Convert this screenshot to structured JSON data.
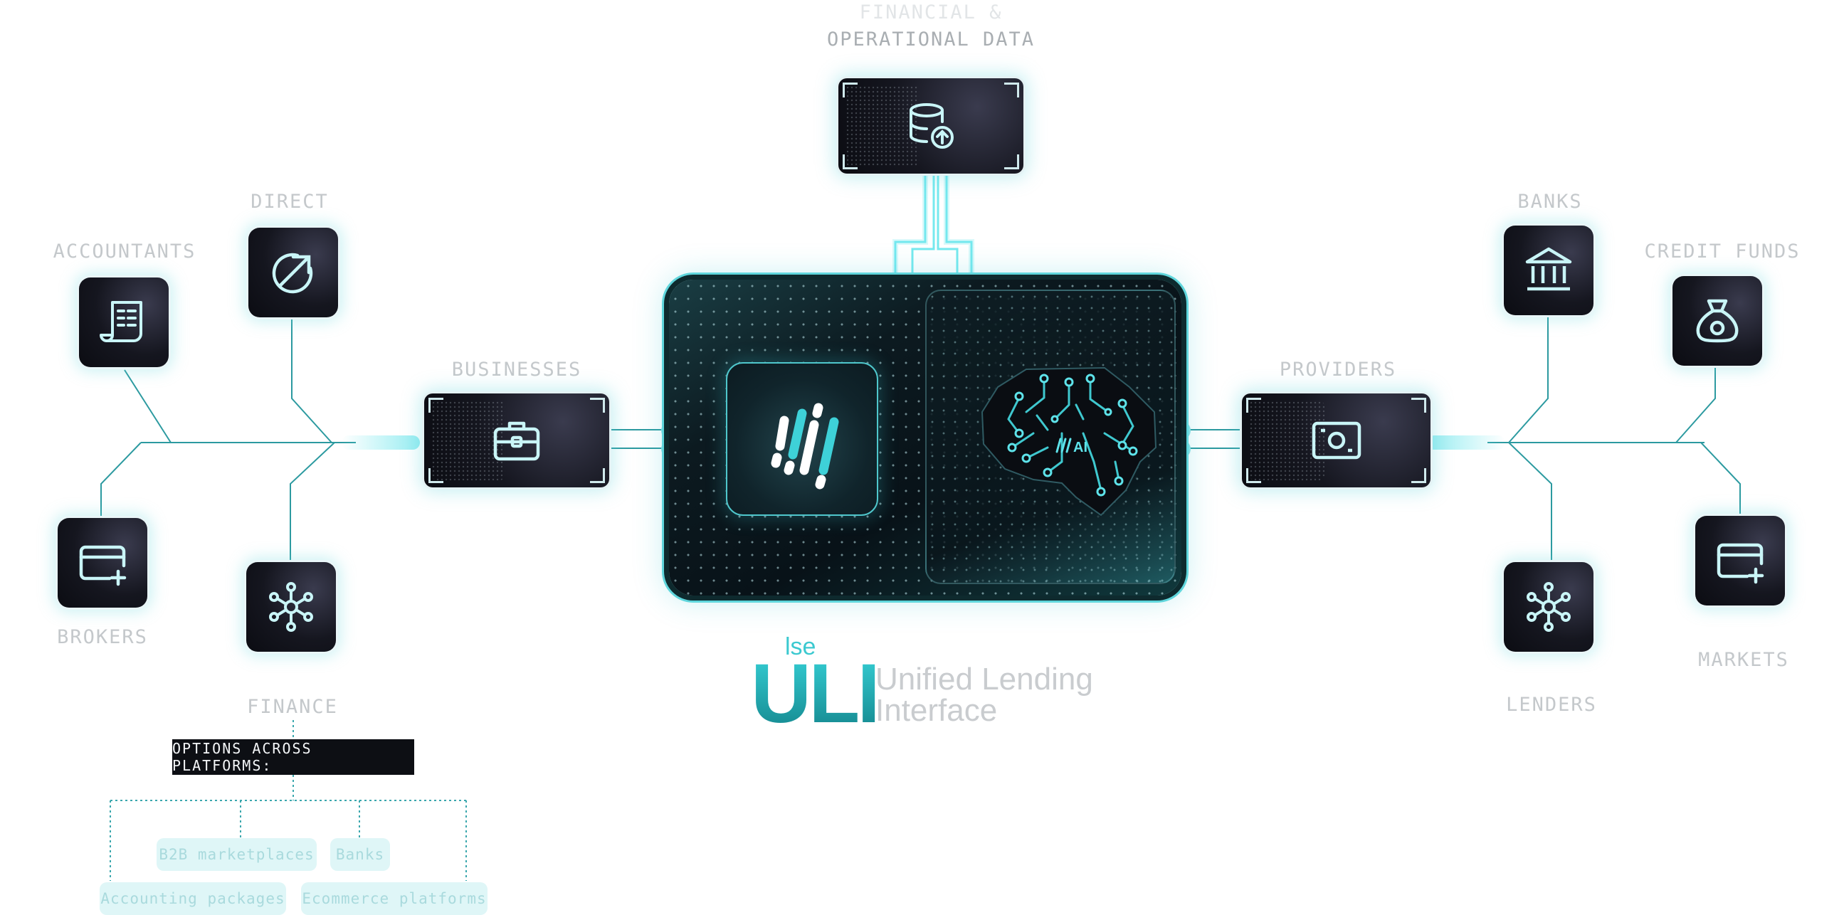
{
  "labels": {
    "financial_top": "FINANCIAL &",
    "financial_bottom": "OPERATIONAL DATA",
    "direct": "DIRECT",
    "accountants": "ACCOUNTANTS",
    "businesses": "BUSINESSES",
    "brokers": "BROKERS",
    "finance": "FINANCE",
    "banks": "BANKS",
    "credit_funds": "CREDIT FUNDS",
    "providers": "PROVIDERS",
    "lenders": "LENDERS",
    "markets": "MARKETS"
  },
  "core": {
    "brain_badge": "AI"
  },
  "brand": {
    "small": "lse",
    "big": "ULI",
    "line1": "Unified Lending",
    "line2": "Interface"
  },
  "options": {
    "title": "OPTIONS ACROSS PLATFORMS:",
    "items": [
      "B2B marketplaces",
      "Banks",
      "Accounting packages",
      "Ecommerce platforms"
    ]
  },
  "icons": {
    "financial_data": "database-upload-icon",
    "direct": "arrow-up-right-circle-icon",
    "accountants": "receipt-icon",
    "businesses": "briefcase-icon",
    "brokers": "card-plus-icon",
    "finance": "network-hub-icon",
    "providers": "money-note-icon",
    "banks": "bank-icon",
    "credit_funds": "money-bag-icon",
    "lenders": "network-hub-icon",
    "markets": "card-plus-icon"
  },
  "colors": {
    "accent": "#4fd3d9",
    "node_bg": "#15161f",
    "label": "#c4c8cb"
  }
}
